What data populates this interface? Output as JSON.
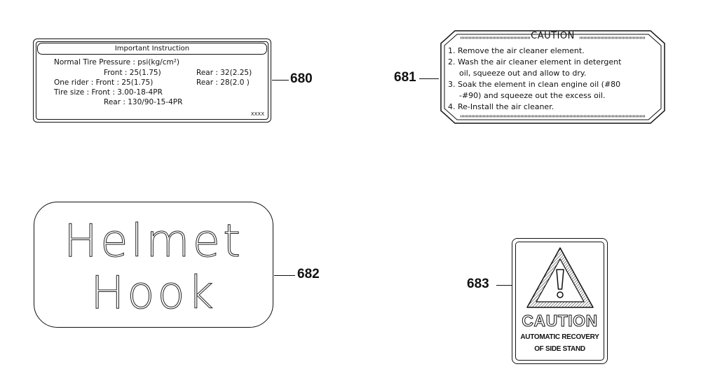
{
  "labels": {
    "l680": {
      "number": "680",
      "title": "Important Instruction",
      "rows": [
        "Normal Tire Pressure :  psi(kg/cm²)",
        "Front : 25(1.75)",
        "Rear : 32(2.25)",
        "One rider : Front : 25(1.75)",
        "Rear : 28(2.0 )",
        "Tire size :  Front : 3.00-18-4PR",
        "Rear : 130/90-15-4PR"
      ],
      "code": "XXXX"
    },
    "l681": {
      "number": "681",
      "title": "CAUTION",
      "lines": [
        "1. Remove the air cleaner element.",
        "2. Wash the air cleaner element in detergent",
        "oil, squeeze out and allow to dry.",
        "3. Soak the element in clean engine oil (#80",
        "-#90) and squeeze out the excess oil.",
        "4. Re-Install the air cleaner."
      ]
    },
    "l682": {
      "number": "682",
      "line1": "Helmet",
      "line2": "Hook"
    },
    "l683": {
      "number": "683",
      "heading": "CAUTION",
      "sub1": "AUTOMATIC RECOVERY",
      "sub2": "OF SIDE STAND",
      "icon": "warning-triangle-icon"
    }
  }
}
